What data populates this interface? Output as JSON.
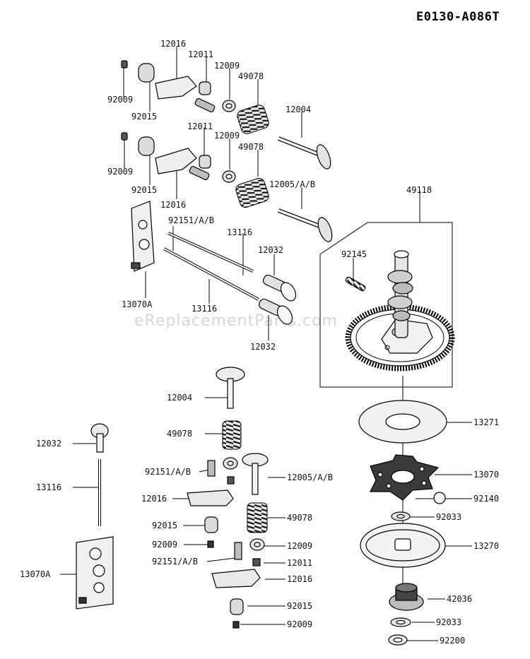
{
  "diagram_id": "E0130-A086T",
  "watermark": "eReplacementParts.com",
  "parts": {
    "p12016_a": "12016",
    "p12011_a": "12011",
    "p12009_a": "12009",
    "p49078_a": "49078",
    "p92009_a": "92009",
    "p92015_a": "92015",
    "p12004_a": "12004",
    "p12011_b": "12011",
    "p12009_b": "12009",
    "p49078_b": "49078",
    "p92009_b": "92009",
    "p92015_b": "92015",
    "p12016_b": "12016",
    "p12005_a": "12005/A/B",
    "p92151_a": "92151/A/B",
    "p13116_a": "13116",
    "p12032_a": "12032",
    "p13070A_a": "13070A",
    "p13116_b": "13116",
    "p12032_b": "12032",
    "p49118": "49118",
    "p92145": "92145",
    "p12004_b": "12004",
    "p49078_c": "49078",
    "p12032_c": "12032",
    "p92151_b": "92151/A/B",
    "p12005_b": "12005/A/B",
    "p13116_c": "13116",
    "p12016_c": "12016",
    "p92015_c": "92015",
    "p49078_d": "49078",
    "p92009_c": "92009",
    "p12009_c": "12009",
    "p92151_c": "92151/A/B",
    "p12011_c": "12011",
    "p13070A_b": "13070A",
    "p12016_d": "12016",
    "p92015_d": "92015",
    "p92009_d": "92009",
    "p13271": "13271",
    "p13070": "13070",
    "p92140": "92140",
    "p92033_a": "92033",
    "p13270": "13270",
    "p42036": "42036",
    "p92033_b": "92033",
    "p92200": "92200"
  }
}
